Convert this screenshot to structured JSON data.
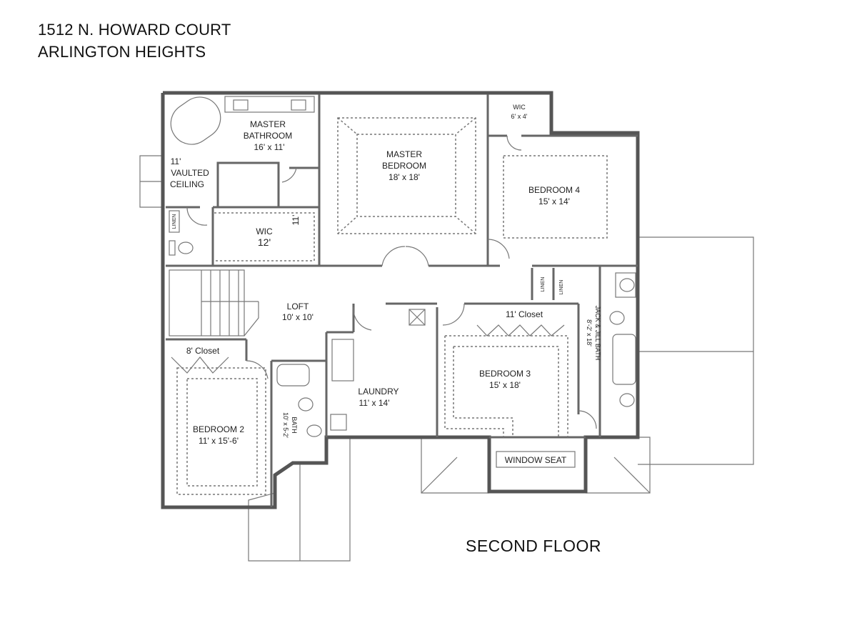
{
  "header": {
    "address": "1512 N. HOWARD COURT",
    "city": "ARLINGTON HEIGHTS"
  },
  "floor_label": "SECOND FLOOR",
  "rooms": {
    "master_bath": {
      "name1": "MASTER",
      "name2": "BATHROOM",
      "size": "16' x 11'"
    },
    "vaulted": {
      "l1": "11'",
      "l2": "VAULTED",
      "l3": "CEILING"
    },
    "wic_master": {
      "name": "WIC",
      "size": "12'",
      "side": "11'"
    },
    "master_bed": {
      "name1": "MASTER",
      "name2": "BEDROOM",
      "size": "18' x 18'"
    },
    "wic_small": {
      "name": "WIC",
      "size": "6' x 4'"
    },
    "bedroom4": {
      "name": "BEDROOM 4",
      "size": "15' x 14'"
    },
    "loft": {
      "name": "LOFT",
      "size": "10' x 10'"
    },
    "closet8": {
      "name": "8' Closet"
    },
    "bedroom2": {
      "name": "BEDROOM 2",
      "size": "11' x 15'-6'"
    },
    "bath": {
      "name": "BATH",
      "size": "10' x 5-2'"
    },
    "laundry": {
      "name": "LAUNDRY",
      "size": "11' x 14'"
    },
    "closet11": {
      "name": "11' Closet"
    },
    "bedroom3": {
      "name": "BEDROOM 3",
      "size": "15' x 18'"
    },
    "jackjill": {
      "name": "JACK & JILL BATH",
      "size": "8'-2' x 18'"
    },
    "window_seat": {
      "name": "WINDOW SEAT"
    },
    "linen": "LINEN"
  }
}
